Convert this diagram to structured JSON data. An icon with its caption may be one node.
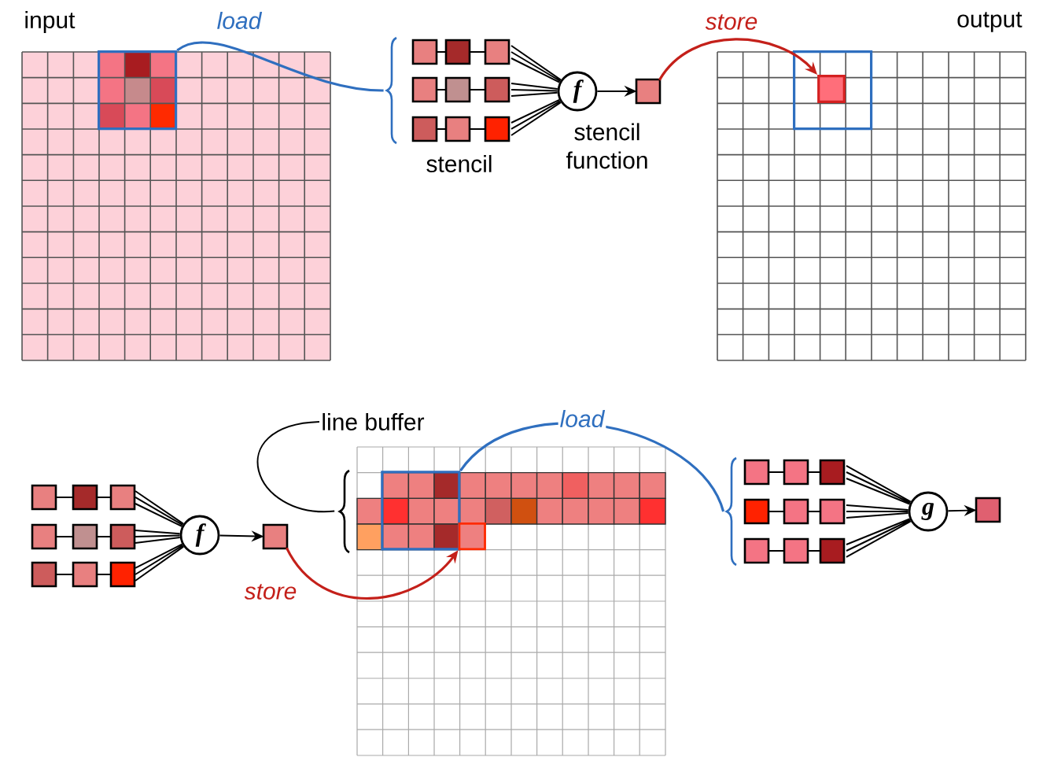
{
  "diagram": {
    "nodes": [
      {
        "text": [
          "input"
        ]
      },
      {
        "text": [],
        "shape": "box",
        "in": 0
      },
      {
        "text": [
          "stencil"
        ]
      },
      {
        "text": [
          "f"
        ],
        "beside": [
          "stencil function"
        ]
      },
      {
        "text": [],
        "shape": "box"
      },
      {
        "text": [
          "output"
        ]
      },
      {
        "text": [],
        "shape": "box",
        "in": 5
      },
      {
        "text": [],
        "shape": "box",
        "in": 6
      },
      {
        "text": [],
        "shape": "box"
      },
      {
        "text": [
          "f"
        ]
      },
      {
        "text": [],
        "shape": "box"
      },
      {
        "text": [],
        "shape": "box"
      },
      {
        "text": [
          "line buffer"
        ]
      },
      {
        "text": [],
        "shape": "box",
        "in": 11
      },
      {
        "text": [],
        "shape": "box",
        "in": 13
      },
      {
        "text": [],
        "shape": "box",
        "in": 13
      },
      {
        "text": [],
        "shape": "box"
      },
      {
        "text": [
          "g"
        ]
      },
      {
        "text": [],
        "shape": "box"
      }
    ],
    "edges": [
      {
        "from": 1,
        "to": 2,
        "arrow": "none",
        "label": "load",
        "color": "#2f6fbf"
      },
      {
        "from": 2,
        "to": 3,
        "arrow": "none"
      },
      {
        "from": 3,
        "to": 4,
        "arrow": "to"
      },
      {
        "from": 4,
        "to": 7,
        "arrow": "to",
        "label": "store",
        "color": "#c4201a"
      },
      {
        "from": 8,
        "to": 9,
        "arrow": "none"
      },
      {
        "from": 9,
        "to": 10,
        "arrow": "to"
      },
      {
        "from": 10,
        "to": 15,
        "arrow": "to",
        "label": "store",
        "color": "#c4201a"
      },
      {
        "from": 14,
        "to": 16,
        "arrow": "none",
        "label": "load",
        "color": "#2f6fbf"
      },
      {
        "from": 16,
        "to": 17,
        "arrow": "none"
      },
      {
        "from": 17,
        "to": 18,
        "arrow": "to"
      },
      {
        "from": 12,
        "to": 13,
        "arrow": "none"
      }
    ]
  }
}
